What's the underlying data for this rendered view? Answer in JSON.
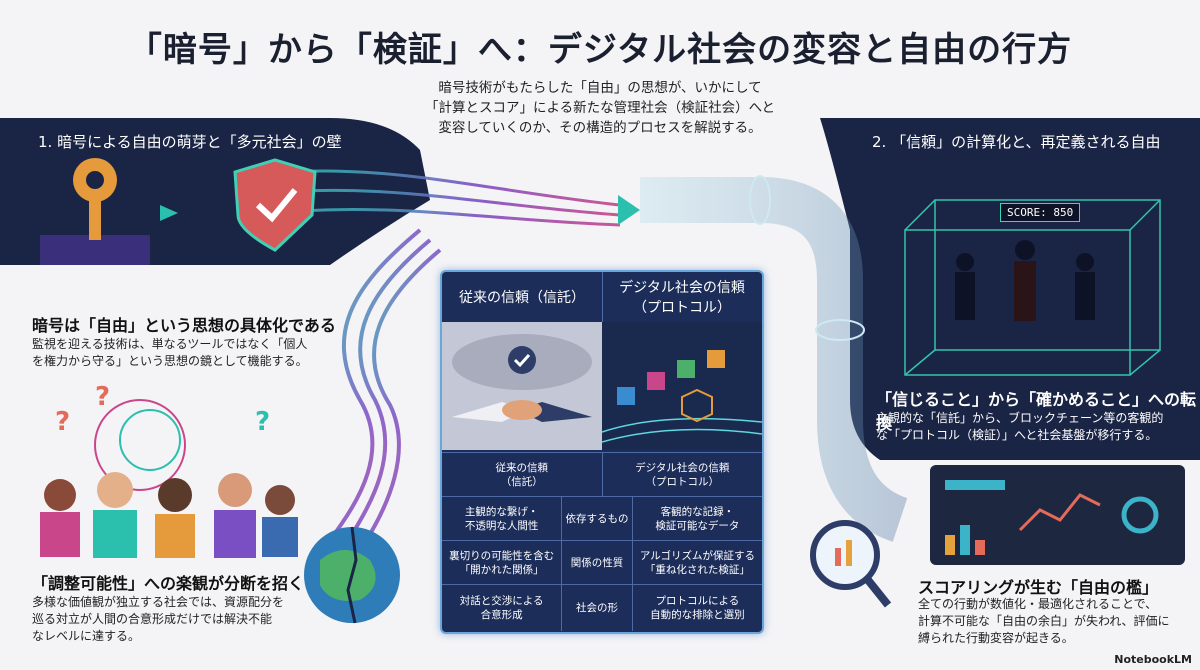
{
  "title": "「暗号」から「検証」へ：デジタル社会の変容と自由の行方",
  "subtitle": {
    "lines": [
      "暗号技術がもたらした「自由」の思想が、いかにして",
      "「計算とスコア」による新たな管理社会（検証社会）へと",
      "変容していくのか、その構造的プロセスを解説する。"
    ]
  },
  "section1": {
    "heading": "1. 暗号による自由の萌芽と「多元社会」の壁",
    "block1_title": "暗号は「自由」という思想の具体化である",
    "block1_lines": [
      "監視を迎える技術は、単なるツールではなく「個人",
      "を権力から守る」という思想の鏡として機能する。"
    ],
    "block2_title": "「調整可能性」への楽観が分断を招く",
    "block2_lines": [
      "多様な価値観が独立する社会では、資源配分を",
      "巡る対立が人間の合意形成だけでは解決不能",
      "なレベルに達する。"
    ]
  },
  "section2": {
    "heading": "2. 「信頼」の計算化と、再定義される自由",
    "score_label": "SCORE: 850",
    "block1_title": "「信じること」から「確かめること」への転換",
    "block1_lines": [
      "主観的な「信託」から、ブロックチェーン等の客観的",
      "な「プロトコル（検証）」へと社会基盤が移行する。"
    ],
    "block2_title": "スコアリングが生む「自由の檻」",
    "block2_lines": [
      "全ての行動が数値化・最適化されることで、",
      "計算不可能な「自由の余白」が失われ、評価に",
      "縛られた行動変容が起きる。"
    ]
  },
  "center": {
    "head_left": [
      "従来の信頼（信託）"
    ],
    "head_right": [
      "デジタル社会の信頼",
      "（プロトコル）"
    ],
    "rows": [
      {
        "left": [
          "従来の信頼",
          "（信託）"
        ],
        "mid": [],
        "right": [
          "デジタル社会の信頼",
          "（プロトコル）"
        ]
      },
      {
        "left": [
          "主観的な繋げ・",
          "不透明な人間性"
        ],
        "mid": [
          "依存するもの"
        ],
        "right": [
          "客観的な記録・",
          "検証可能なデータ"
        ]
      },
      {
        "left": [
          "裏切りの可能性を含む",
          "「開かれた関係」"
        ],
        "mid": [
          "関係の性質"
        ],
        "right": [
          "アルゴリズムが保証する",
          "「重ね化された検証」"
        ]
      },
      {
        "left": [
          "対話と交渉による",
          "合意形成"
        ],
        "mid": [
          "社会の形"
        ],
        "right": [
          "プロトコルによる",
          "自動的な排除と選別"
        ]
      }
    ]
  },
  "watermark": "NotebookLM",
  "colors": {
    "band_dark": "#1a2444",
    "accent_teal": "#2bbfae",
    "accent_purple": "#7b4fc4",
    "panel": "#1d2d5a"
  }
}
